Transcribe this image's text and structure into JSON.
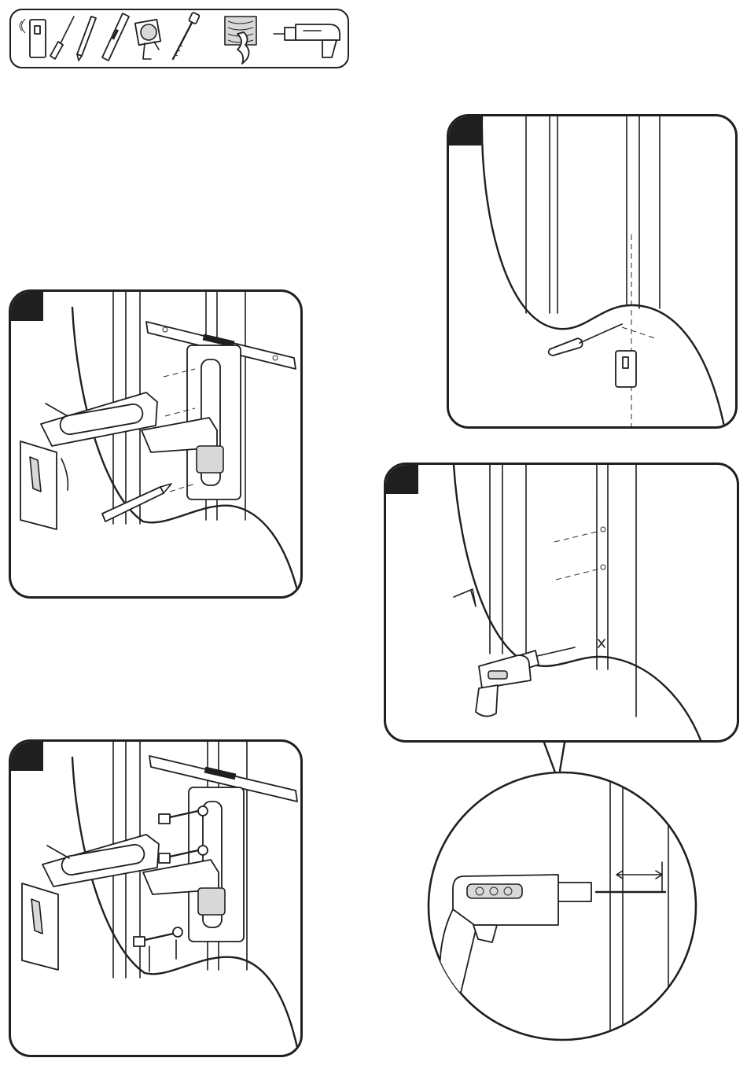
{
  "tools": [
    "stud-finder-icon",
    "screwdriver-icon",
    "pencil-icon",
    "level-icon",
    "tape-measure-icon",
    "socket-wrench-icon",
    "wood-drill-bit-icon",
    "power-drill-icon"
  ],
  "colors": {
    "line": "#1f1f1f",
    "panel_fill": "#ffffff",
    "shade": "#d8d8d8"
  },
  "panels": [
    {
      "id": "step-locate-stud",
      "badge": ""
    },
    {
      "id": "step-mark-holes",
      "badge": ""
    },
    {
      "id": "step-drill-pilot",
      "badge": ""
    },
    {
      "id": "step-attach-lag-bolts",
      "badge": ""
    }
  ]
}
